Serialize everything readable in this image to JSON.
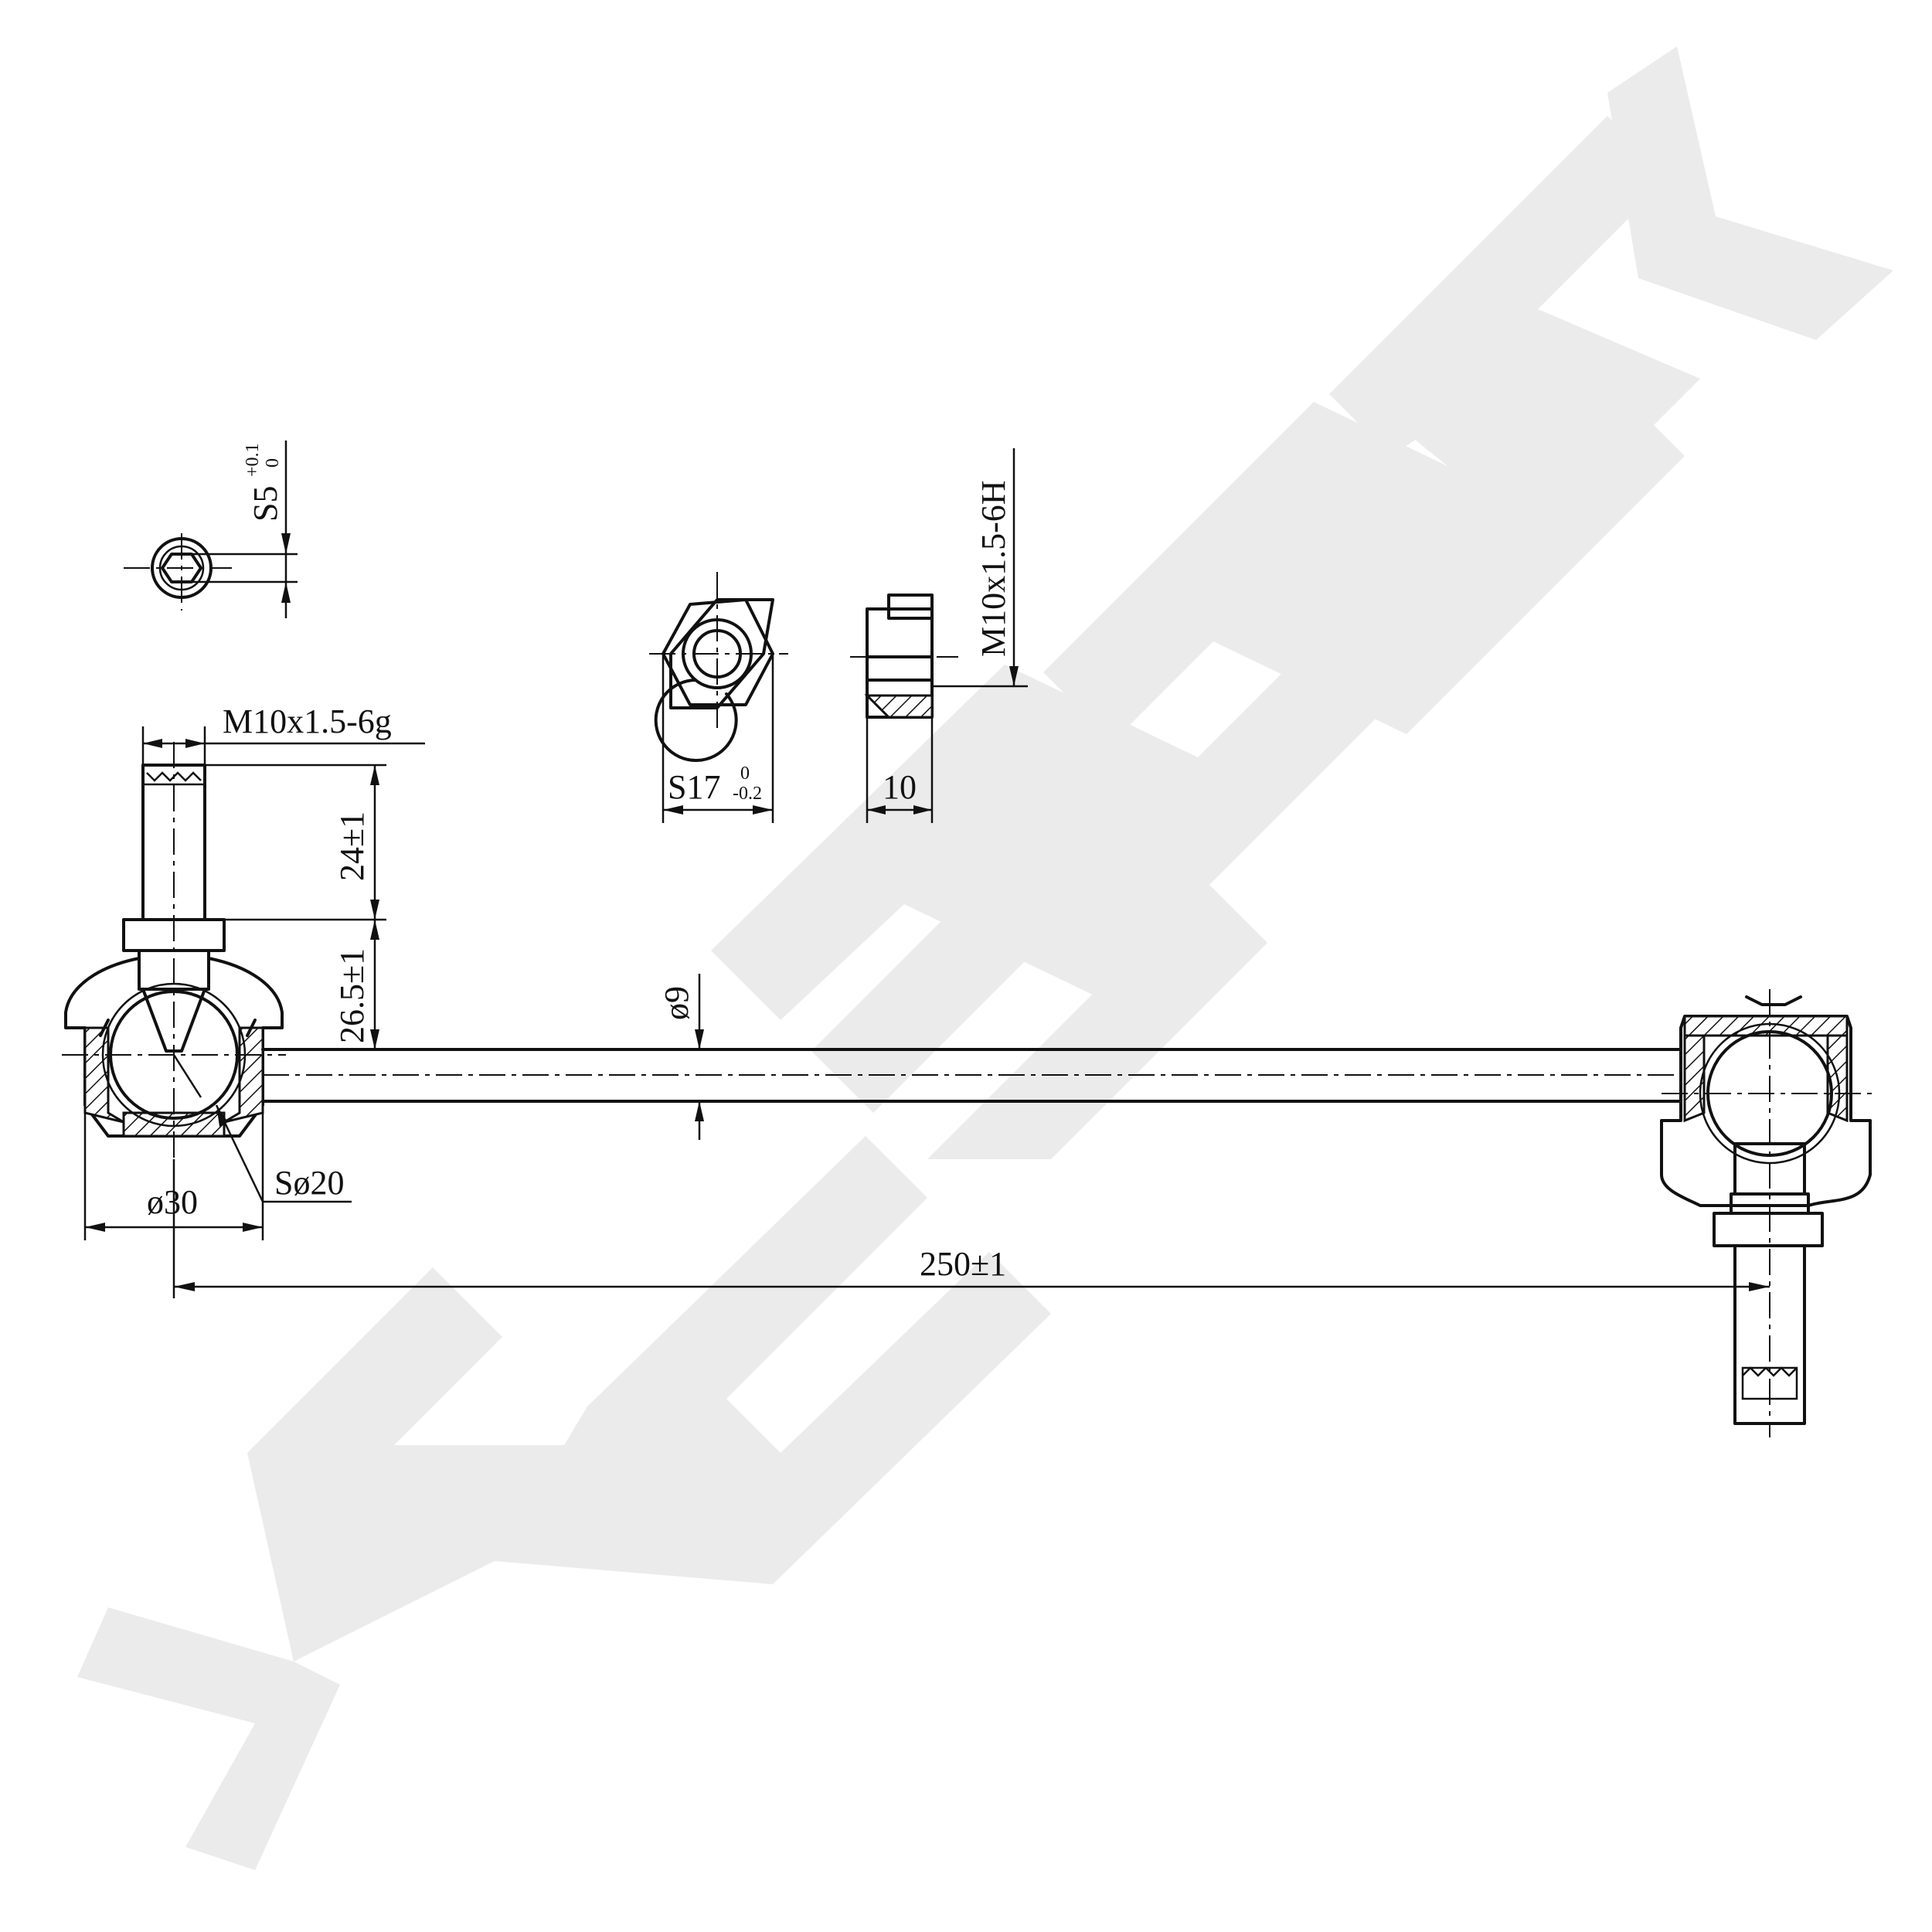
{
  "watermark": {
    "brand": "ZENNEK",
    "color": "#ebebeb",
    "icon": "zennek-logo-icon"
  },
  "dimensions": {
    "socket": {
      "label": "S5",
      "tol_upper": "+0.1",
      "tol_lower": "0"
    },
    "nut_width": {
      "label": "S17",
      "tol_upper": "0",
      "tol_lower": "-0.2"
    },
    "nut_height": "10",
    "nut_thread": "M10x1.5-6H",
    "stud_thread": "M10x1.5-6g",
    "thread_length": "24±1",
    "stud_height": "26.5±1",
    "rod_diameter": "ø9",
    "housing_diameter": "ø30",
    "ball_diameter": "Sø20",
    "overall_length": "250±1"
  },
  "colors": {
    "line": "#111111",
    "background": "#ffffff"
  }
}
